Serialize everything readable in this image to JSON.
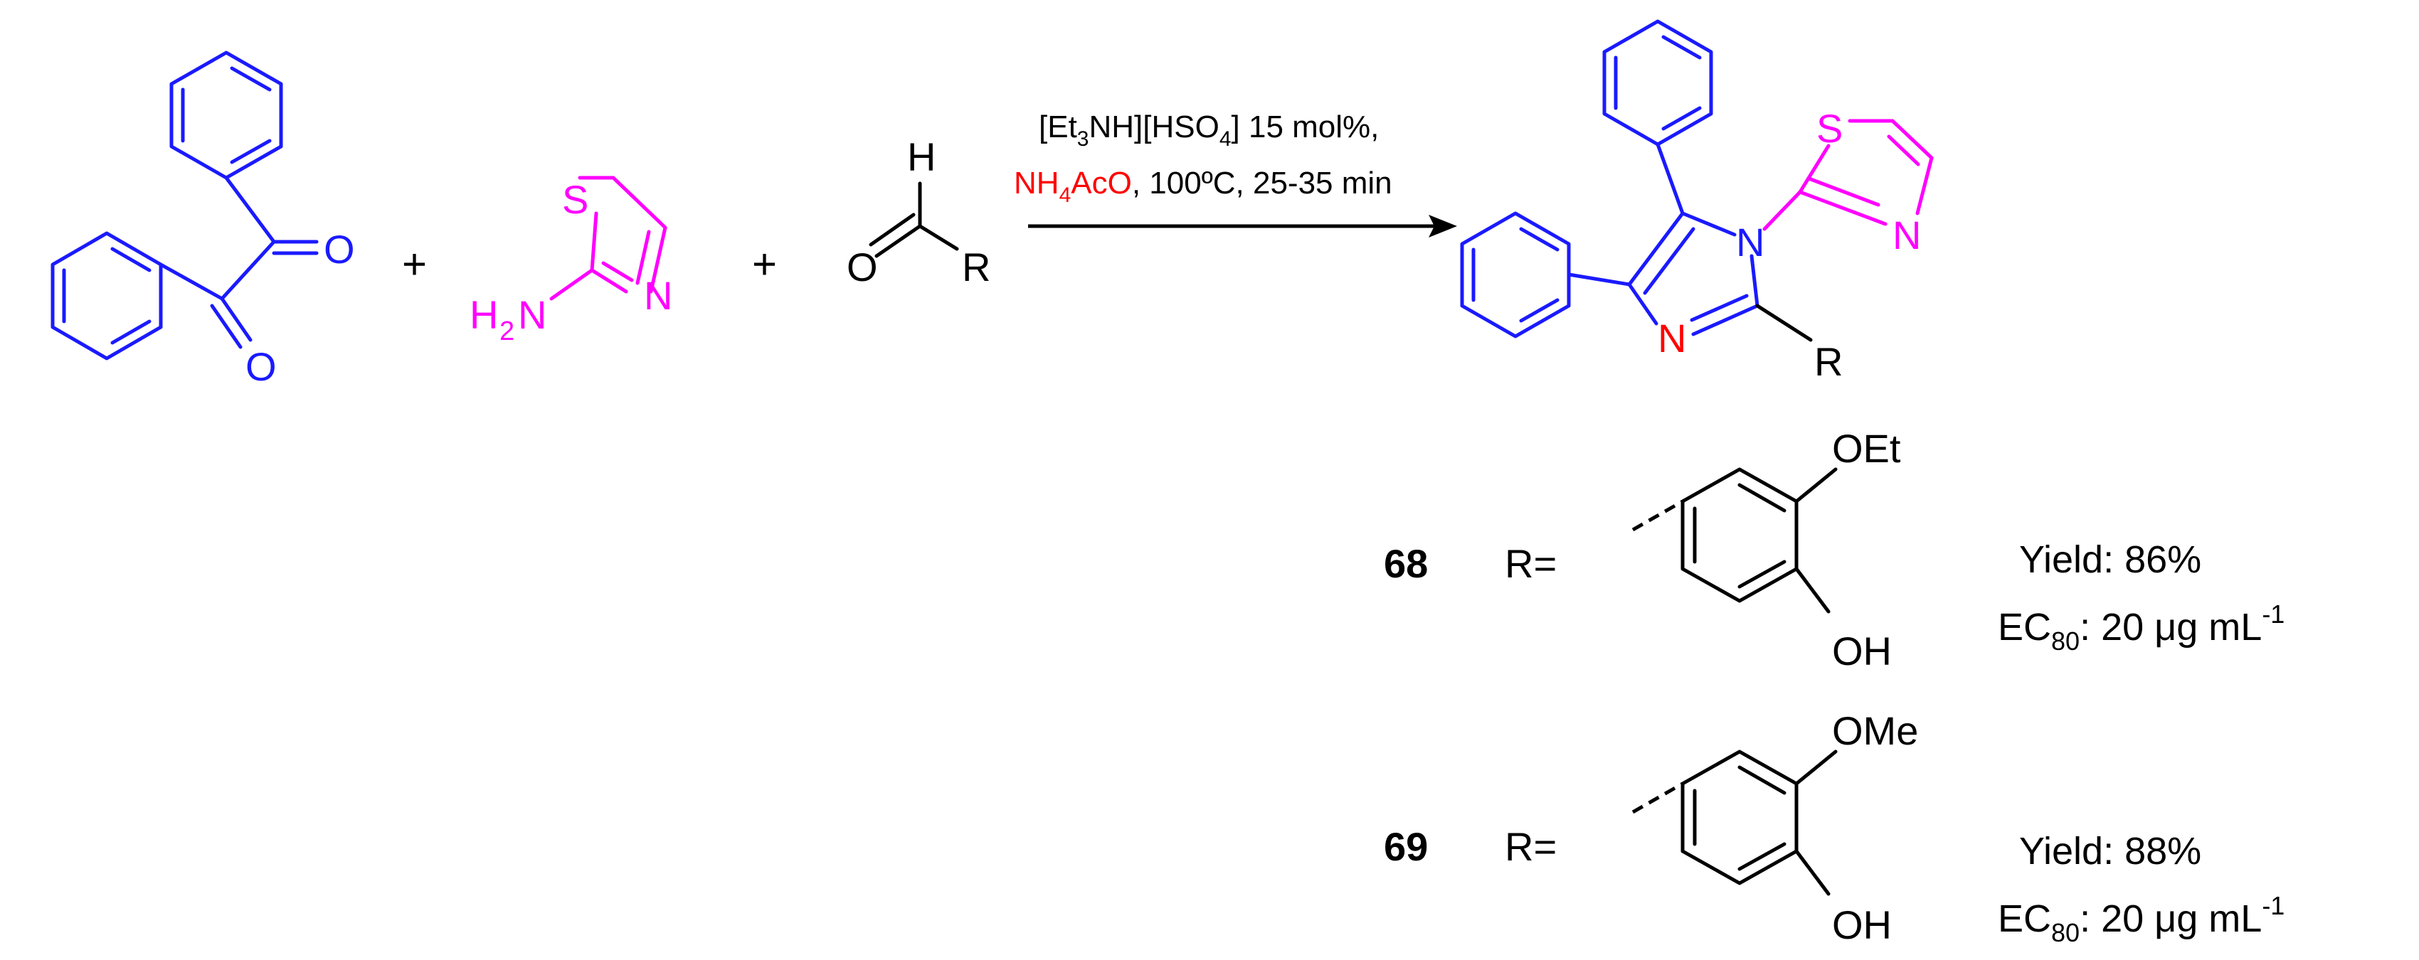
{
  "colors": {
    "diketone": "#1a1aff",
    "aminothiazole": "#ff00ff",
    "ammonia_source": "#ff0000",
    "text": "#000000",
    "product_nitrogen": "#ff0000"
  },
  "reactants": {
    "benzil": {
      "o_top": "O",
      "o_bottom": "O"
    },
    "plus_1": "+",
    "aminothiazole": {
      "s": "S",
      "n": "N",
      "amine": "H",
      "amine_sub": "2",
      "amine_n": "N"
    },
    "plus_2": "+",
    "aldehyde": {
      "h": "H",
      "o": "O",
      "r": "R"
    }
  },
  "conditions": {
    "line1_a": "[Et",
    "line1_sub1": "3",
    "line1_b": "NH][HSO",
    "line1_sub2": "4",
    "line1_c": "] 15 mol%,",
    "line2_red_a": "NH",
    "line2_red_sub": "4",
    "line2_red_b": "AcO",
    "line2_rest": ", 100ºC, 25-35 min"
  },
  "product": {
    "n1": "N",
    "n3": "N",
    "thiazole_s": "S",
    "thiazole_n": "N",
    "r": "R"
  },
  "entries": [
    {
      "number": "68",
      "r_label": "R=",
      "substituent_top": "OEt",
      "substituent_bottom": "OH",
      "yield": "Yield: 86%",
      "ec_prefix": "EC",
      "ec_sub": "80",
      "ec_value": ":  20 μg mL",
      "ec_sup": "-1"
    },
    {
      "number": "69",
      "r_label": "R=",
      "substituent_top": "OMe",
      "substituent_bottom": "OH",
      "yield": "Yield: 88%",
      "ec_prefix": "EC",
      "ec_sub": "80",
      "ec_value": ":  20 μg mL",
      "ec_sup": "-1"
    }
  ]
}
